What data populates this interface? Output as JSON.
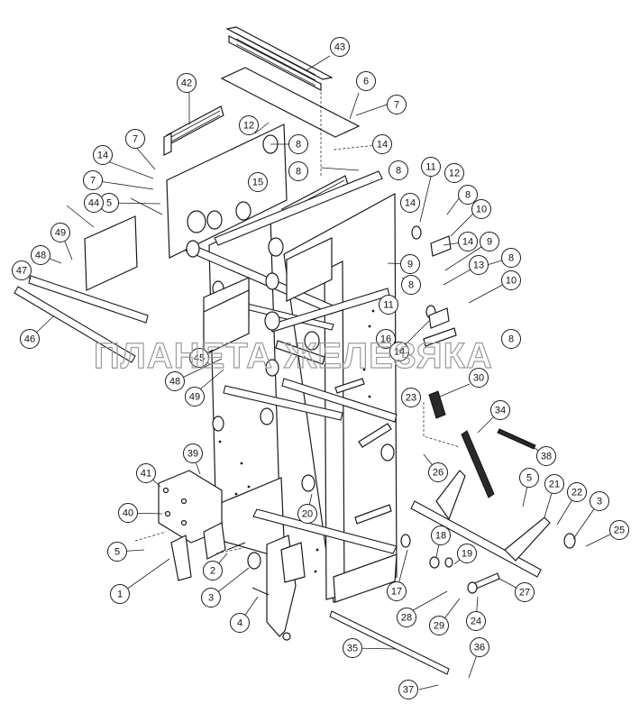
{
  "watermark": "ПЛАНЕТА ЖЕЛЕЗЯКА",
  "callouts": [
    "43",
    "6",
    "42",
    "7",
    "12",
    "8",
    "14",
    "7",
    "8",
    "14",
    "7",
    "5",
    "15",
    "8",
    "11",
    "12",
    "8",
    "10",
    "14",
    "14",
    "9",
    "44",
    "49",
    "9",
    "8",
    "13",
    "8",
    "10",
    "48",
    "47",
    "11",
    "8",
    "45",
    "48",
    "49",
    "16",
    "14",
    "30",
    "46",
    "23",
    "34",
    "38",
    "39",
    "26",
    "41",
    "5",
    "21",
    "22",
    "40",
    "20",
    "3",
    "25",
    "5",
    "18",
    "19",
    "2",
    "17",
    "27",
    "1",
    "3",
    "28",
    "29",
    "24",
    "4",
    "35",
    "36",
    "37"
  ],
  "colors": {
    "line": "#1a1a1a",
    "background": "#ffffff",
    "watermark": "#9a9a9a"
  }
}
